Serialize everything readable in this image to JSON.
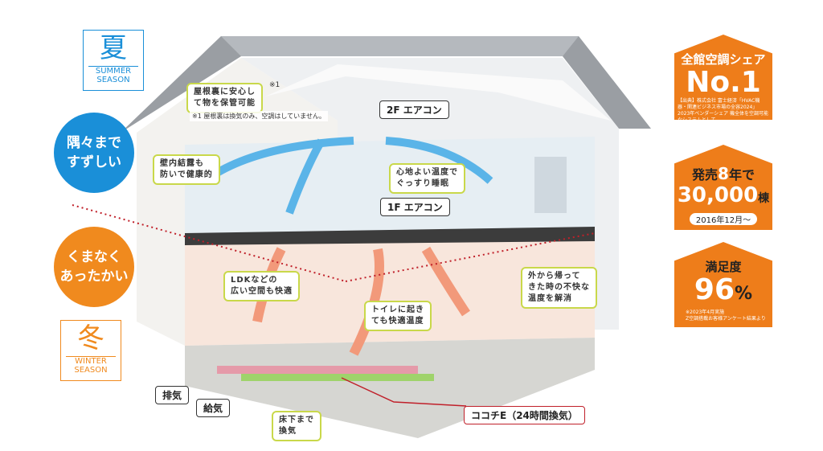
{
  "summer": {
    "kanji": "夏",
    "season": "SUMMER\nSEASON",
    "color": "#1a8fd8",
    "circle": "隅々まで\nすずしい"
  },
  "winter": {
    "kanji": "冬",
    "season": "WINTER\nSEASON",
    "color": "#f08a1e",
    "circle": "くまなく\nあったかい"
  },
  "callouts": {
    "attic": "屋根裏に安心し\nて物を保管可能",
    "attic_mark": "※1",
    "attic_note": "※1 屋根裏は換気のみ、空調はしていません。",
    "condensation": "壁内結露も\n防いで健康的",
    "sleep": "心地よい温度で\nぐっすり睡眠",
    "ldk": "LDKなどの\n広い空間も快適",
    "toilet": "トイレに起き\nても快適温度",
    "return": "外から帰って\nきた時の不快な\n温度を解消",
    "underfloor": "床下まで\n換気"
  },
  "labels": {
    "ac2f": "2F エアコン",
    "ac1f": "1F エアコン",
    "exhaust": "排気",
    "supply": "給気",
    "system": "ココチE（24時間換気）"
  },
  "badges": [
    {
      "title": "全館空調シェア",
      "big": "No.1",
      "note": "【出典】株式会社 富士経済「HVAC機器・関連ビジネス市場の全容2024」2023年ベンダーシェア 機全体を空調可能なシステムとして"
    },
    {
      "title_pre": "発売",
      "title_num": "8",
      "title_post": "年で",
      "big": "30,000",
      "unit": "棟",
      "sub": "2016年12月〜"
    },
    {
      "title": "満足度",
      "big": "96",
      "unit": "%",
      "note": "※2023年4月実施\nZ空調搭載お客様アンケート結果より"
    }
  ],
  "colors": {
    "badge": "#ee7d1a",
    "callout_border": "#c9d84a",
    "system_line": "#c0202a"
  }
}
